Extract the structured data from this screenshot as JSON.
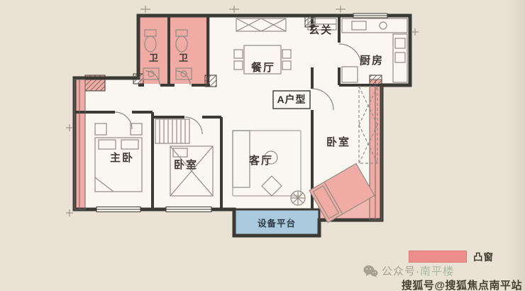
{
  "page": {
    "background": "#eae3d5"
  },
  "floorplan": {
    "unit_box_label": "A户型",
    "rooms": {
      "entry": "玄关",
      "kitchen": "厨房",
      "dining": "餐厅",
      "bath_left": "卫",
      "bath_right": "卫",
      "master_bedroom": "主卧",
      "bedroom_middle": "卧室",
      "living_room": "客厅",
      "bedroom_right": "卧室",
      "equipment_platform": "设备平台"
    },
    "colors": {
      "bay_window": "#f0aba5",
      "equipment_platform_fill": "#a9c9dc",
      "wall": "#3c3a35",
      "floor": "#faf7f0"
    }
  },
  "legend": {
    "items": [
      {
        "label": "凸窗",
        "color": "#ee8e8a"
      }
    ]
  },
  "watermarks": {
    "wechat_prefix": "公众号·",
    "wechat_suffix": "南平楼",
    "sohu": "搜狐号@搜狐焦点南平站"
  }
}
